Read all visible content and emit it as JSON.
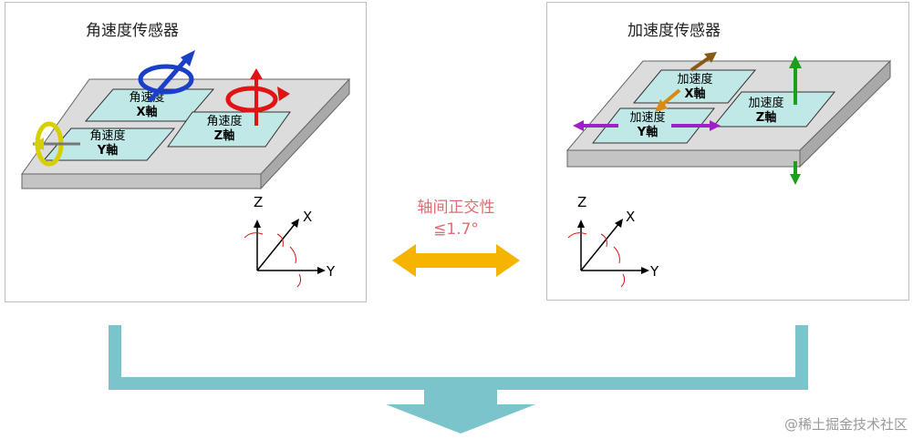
{
  "left_panel": {
    "title": "角速度传感器",
    "labels": {
      "x_name": "角速度",
      "x_axis": "X軸",
      "y_name": "角速度",
      "y_axis": "Y軸",
      "z_name": "角速度",
      "z_axis": "Z軸"
    },
    "axes": {
      "z": "Z",
      "x": "X",
      "y": "Y"
    }
  },
  "right_panel": {
    "title": "加速度传感器",
    "labels": {
      "x_name": "加速度",
      "x_axis": "X軸",
      "y_name": "加速度",
      "y_axis": "Y軸",
      "z_name": "加速度",
      "z_axis": "Z軸"
    },
    "axes": {
      "z": "Z",
      "x": "X",
      "y": "Y"
    }
  },
  "center": {
    "line1": "轴间正交性",
    "line2": "≦1.7°"
  },
  "watermark": "@稀土掘金技术社区",
  "colors": {
    "pad": "#bfe8e6",
    "board_top": "#dcdcdc",
    "board_side": "#b9b9b9",
    "center_text": "#e36b73",
    "double_arrow": "#f5b400",
    "merge_arrow": "#7cc4cc",
    "blue": "#1a3fc8",
    "red": "#e01414",
    "yellow": "#d8cf00",
    "brown": "#8a5a17",
    "orange": "#d98a10",
    "purple": "#a020c8",
    "green": "#1aa01a"
  }
}
